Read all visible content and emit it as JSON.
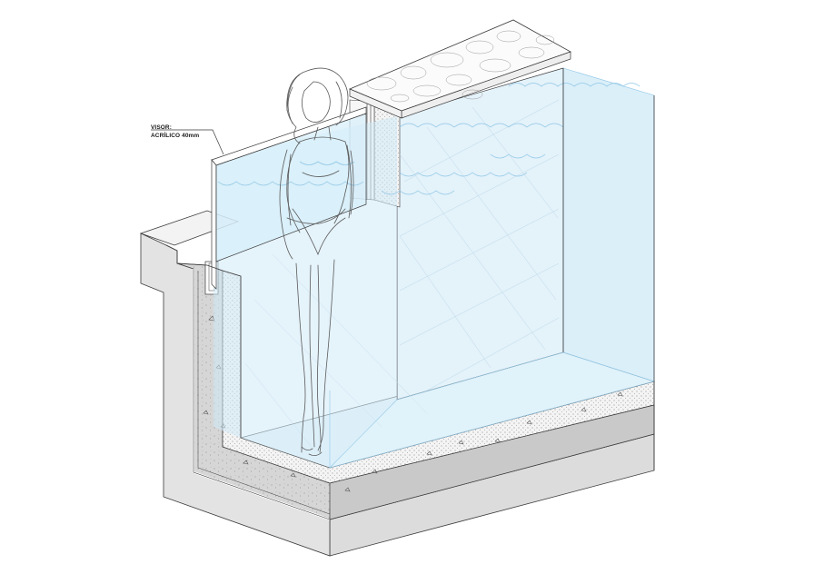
{
  "annotation": {
    "line1": "VISOR:",
    "line2": "ACRÍLICO 40mm"
  },
  "colors": {
    "line": "#3a3a3a",
    "concrete": "#d9d9d9",
    "concrete_dark": "#bdbdbd",
    "insulation": "#f2f2f2",
    "water": "#cfe9f7",
    "water_edge": "#8fc7e6",
    "paper": "#ffffff"
  },
  "icons": {
    "figure": "woman-swimsuit-sketch",
    "paving": "stone-paving-texture",
    "waves": "water-surface-waves"
  }
}
